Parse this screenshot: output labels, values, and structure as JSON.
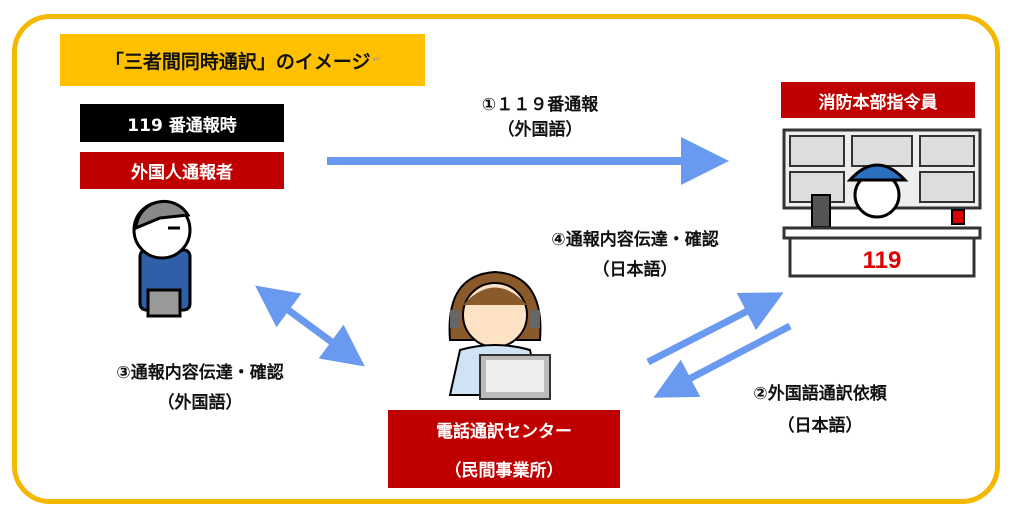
{
  "title": "「三者間同時通訳」のイメージ",
  "caller": {
    "time_label": "119 番通報時",
    "role_label": "外国人通報者"
  },
  "dispatcher": {
    "role_label": "消防本部指令員",
    "desk_number": "119"
  },
  "center": {
    "line1": "電話通訳センター",
    "line2": "（民間事業所）"
  },
  "steps": [
    {
      "label": "①１１９番通報",
      "language": "（外国語）"
    },
    {
      "label": "②外国語通訳依頼",
      "language": "（日本語）"
    },
    {
      "label": "③通報内容伝達・確認",
      "language": "（外国語）"
    },
    {
      "label": "④通報内容伝達・確認",
      "language": "（日本語）"
    }
  ],
  "return_mark": "↵",
  "colors": {
    "frame": "#f5b800",
    "title_bg": "#ffc000",
    "red": "#c00000",
    "arrow": "#6a9af0"
  }
}
